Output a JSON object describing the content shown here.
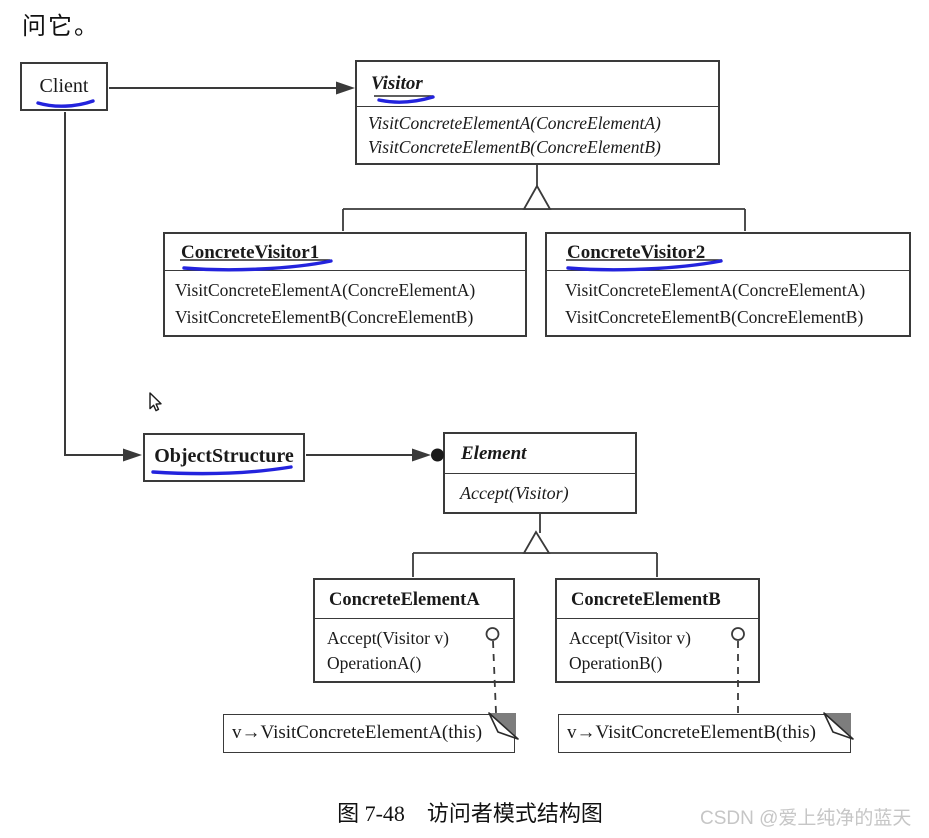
{
  "intro_text": "问它。",
  "caption": "图 7-48　访问者模式结构图",
  "watermark": "CSDN @爱上纯净的蓝天",
  "colors": {
    "line_black": "#3a3a3a",
    "annotation_blue": "#2323dd",
    "note_fold_gray": "#7d7d7d",
    "watermark_gray": "#c6c6c6"
  },
  "classes": {
    "client": {
      "title": "Client"
    },
    "visitor": {
      "title": "Visitor",
      "methods": [
        "VisitConcreteElementA(ConcreElementA)",
        "VisitConcreteElementB(ConcreElementB)"
      ]
    },
    "concrete_visitor1": {
      "title": "ConcreteVisitor1",
      "methods": [
        "VisitConcreteElementA(ConcreElementA)",
        "VisitConcreteElementB(ConcreElementB)"
      ]
    },
    "concrete_visitor2": {
      "title": "ConcreteVisitor2",
      "methods": [
        "VisitConcreteElementA(ConcreElementA)",
        "VisitConcreteElementB(ConcreElementB)"
      ]
    },
    "object_structure": {
      "title": "ObjectStructure"
    },
    "element": {
      "title": "Element",
      "methods": [
        "Accept(Visitor)"
      ]
    },
    "concrete_element_a": {
      "title": "ConcreteElementA",
      "methods": [
        "Accept(Visitor v)",
        "OperationA()"
      ]
    },
    "concrete_element_b": {
      "title": "ConcreteElementB",
      "methods": [
        "Accept(Visitor v)",
        "OperationB()"
      ]
    }
  },
  "notes": {
    "note_a": "v→VisitConcreteElementA(this)",
    "note_b": "v→VisitConcreteElementB(this)"
  }
}
